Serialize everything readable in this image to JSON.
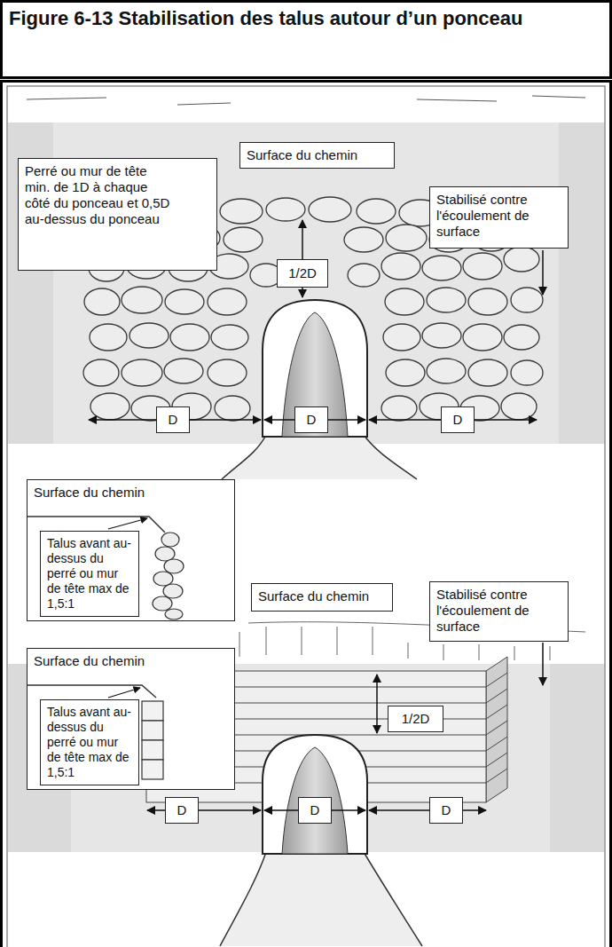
{
  "diagram": {
    "title": "Figure 6-13 Stabilisation des talus autour d’un ponceau",
    "nodes": [
      {
        "text": [
          "Surface du chemin"
        ]
      },
      {
        "text": [
          "Perré ou mur de tête min. de 1D à chaque côté du ponceau et 0,5D au-dessus du ponceau"
        ]
      },
      {
        "text": [
          "Stabilisé contre l'écoulement de surface"
        ]
      },
      {
        "text": [
          "1/2D"
        ]
      },
      {
        "text": [
          "D"
        ]
      },
      {
        "text": [
          "D"
        ]
      },
      {
        "text": [
          "D"
        ]
      },
      {
        "text": [
          "Surface du chemin"
        ]
      },
      {
        "text": [
          "Talus avant au-dessus du perré ou mur de tête max de 1,5:1"
        ],
        "in": 7
      },
      {
        "text": [
          "Surface du chemin"
        ]
      },
      {
        "text": [
          "Stabilisé contre l'écoulement de surface"
        ]
      },
      {
        "text": [
          "Surface du chemin"
        ]
      },
      {
        "text": [
          "Talus avant au-dessus du perré ou mur de tête max de 1,5:1"
        ],
        "in": 11
      },
      {
        "text": [
          "1/2D"
        ]
      },
      {
        "text": [
          "D"
        ]
      },
      {
        "text": [
          "D"
        ]
      },
      {
        "text": [
          "D"
        ]
      }
    ]
  }
}
